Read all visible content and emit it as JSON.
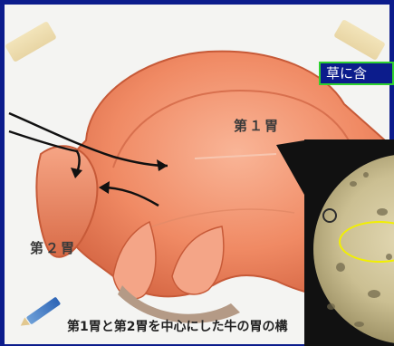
{
  "labels": {
    "stomach1": "第１胃",
    "stomach2": "第２胃"
  },
  "caption": "第1胃と第2胃を中心にした牛の胃の構",
  "banner": "草に含",
  "colors": {
    "background": "#0c1c8c",
    "stomach": "#f08a64",
    "banner_border": "#2fd12f",
    "highlight_oval": "#f2f000"
  },
  "icons": {
    "pencil": "pencil-icon",
    "tape": "tape-strip"
  }
}
